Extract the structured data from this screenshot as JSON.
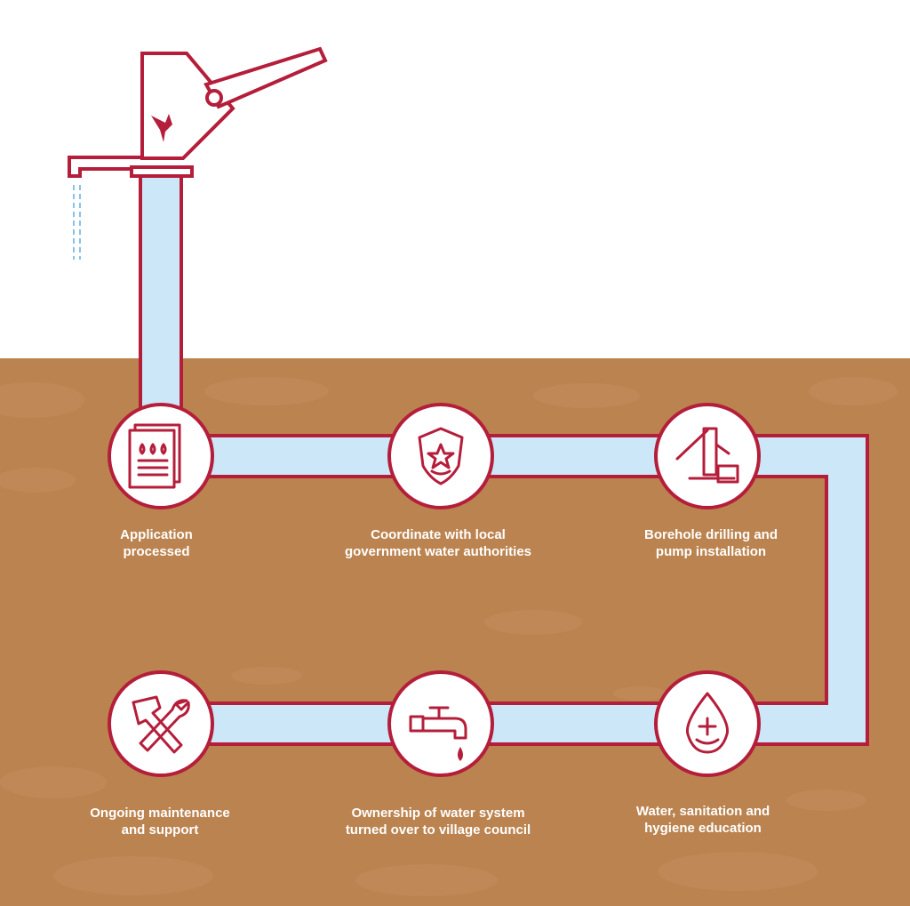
{
  "colors": {
    "sky": "#ffffff",
    "soil": "#bb834f",
    "soil_patch": "#c28d5d",
    "pipe_fill": "#cce7f8",
    "outline": "#b51e3b",
    "circle_fill": "#ffffff",
    "label_text": "#ffffff",
    "water_drip": "#89c1ea"
  },
  "steps": [
    {
      "label": "Application\nprocessed",
      "icon": "document-water-drops-icon"
    },
    {
      "label": "Coordinate with local\ngovernment water authorities",
      "icon": "badge-star-icon"
    },
    {
      "label": "Borehole drilling and\npump installation",
      "icon": "hand-pump-bucket-icon"
    },
    {
      "label": "Water, sanitation and\nhygiene education",
      "icon": "water-drop-plus-smile-icon"
    },
    {
      "label": "Ownership of water system\nturned over to village council",
      "icon": "faucet-drip-icon"
    },
    {
      "label": "Ongoing maintenance\nand support",
      "icon": "hammer-wrench-icon"
    }
  ],
  "pump": {
    "icon": "hand-pump-icon",
    "logo": "hummingbird-logo-icon"
  }
}
